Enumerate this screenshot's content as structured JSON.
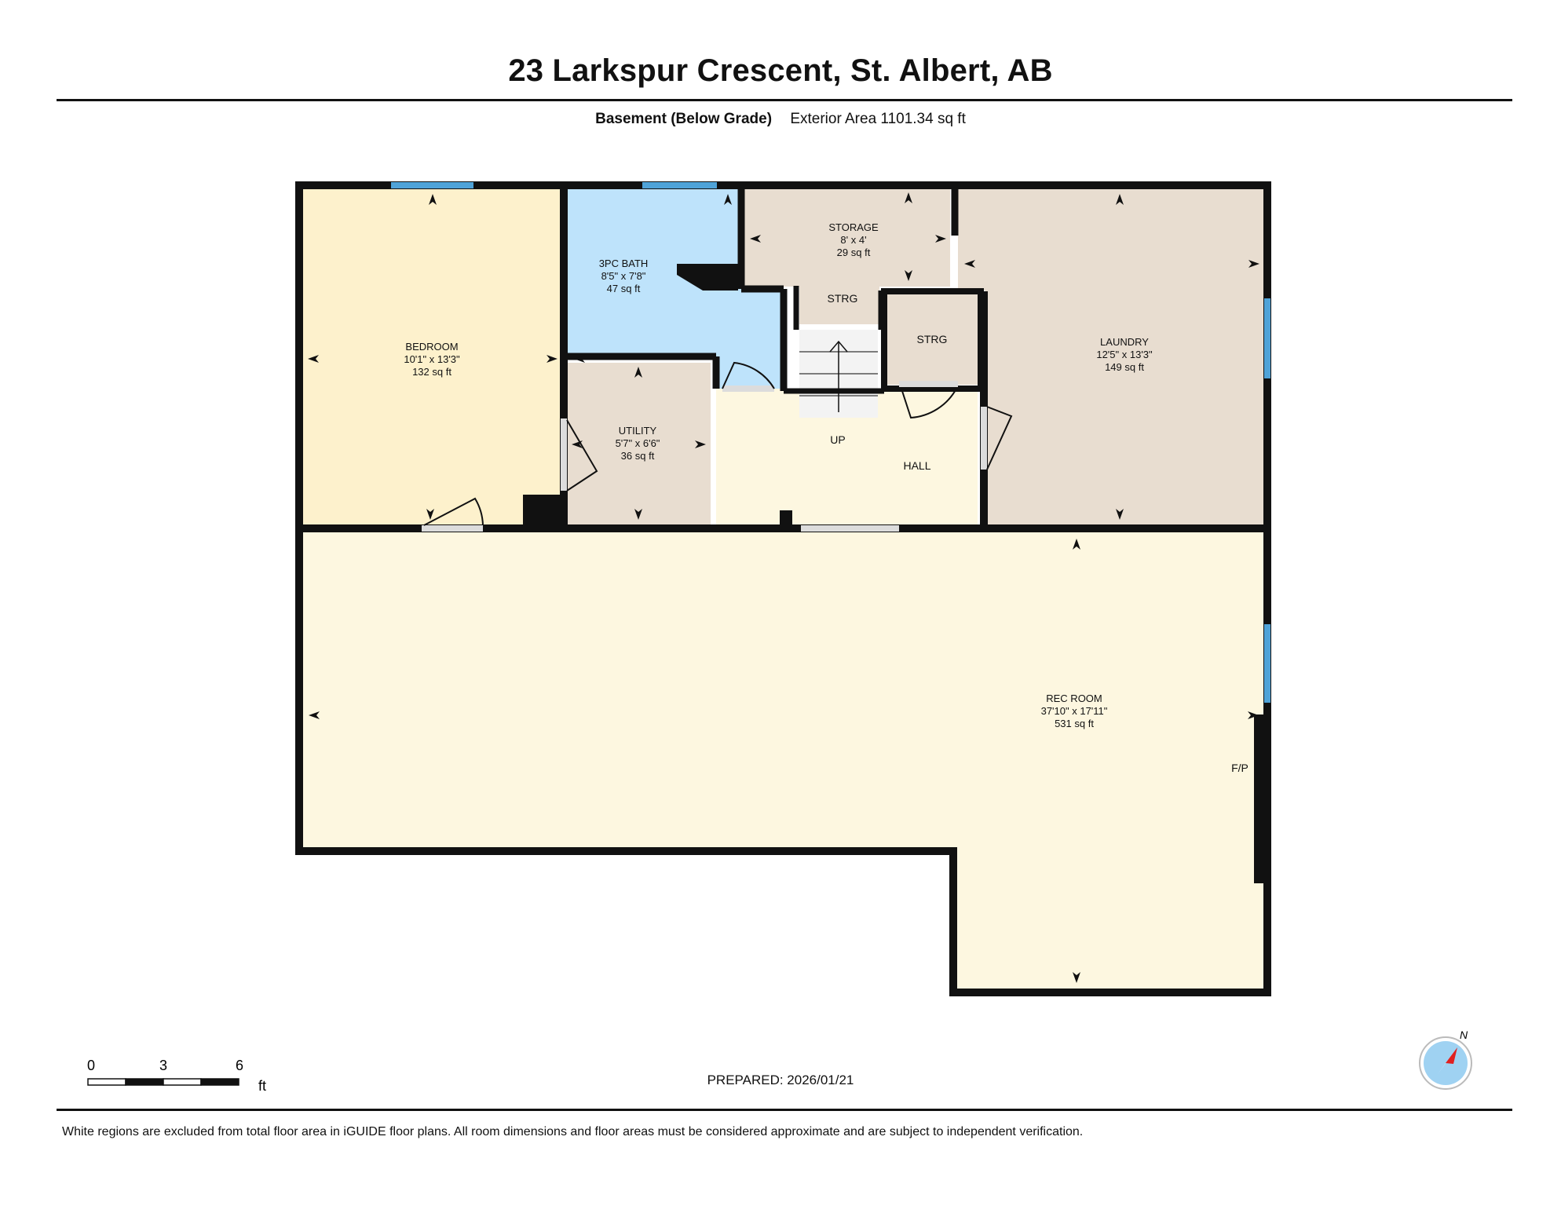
{
  "header": {
    "title": "23 Larkspur Crescent, St. Albert, AB",
    "level": "Basement (Below Grade)",
    "area": "Exterior Area 1101.34 sq ft"
  },
  "rooms": {
    "bedroom": {
      "name": "BEDROOM",
      "dims": "10'1\" x 13'3\"",
      "area": "132 sq ft"
    },
    "bath": {
      "name": "3PC BATH",
      "dims": "8'5\" x 7'8\"",
      "area": "47 sq ft"
    },
    "storage": {
      "name": "STORAGE",
      "dims": "8' x 4'",
      "area": "29 sq ft"
    },
    "laundry": {
      "name": "LAUNDRY",
      "dims": "12'5\" x 13'3\"",
      "area": "149 sq ft"
    },
    "utility": {
      "name": "UTILITY",
      "dims": "5'7\" x 6'6\"",
      "area": "36 sq ft"
    },
    "rec": {
      "name": "REC ROOM",
      "dims": "37'10\" x 17'11\"",
      "area": "531 sq ft"
    }
  },
  "labels": {
    "strg1": "STRG",
    "strg2": "STRG",
    "up": "UP",
    "hall": "HALL",
    "fp": "F/P"
  },
  "scale": {
    "t0": "0",
    "t1": "3",
    "t2": "6",
    "unit": "ft"
  },
  "compass": {
    "north": "N"
  },
  "footer": {
    "prepared": "PREPARED: 2026/01/21",
    "disclaimer": "White regions are excluded from total floor area in iGUIDE floor plans. All room dimensions and floor areas must be considered approximate and are subject to independent verification."
  },
  "colors": {
    "bedroom": "#fdf1cc",
    "bath": "#bee3fb",
    "storage": "#e8ddd0",
    "hall": "#fdf7e0",
    "window": "#4fa3d8",
    "wall": "#111111"
  }
}
